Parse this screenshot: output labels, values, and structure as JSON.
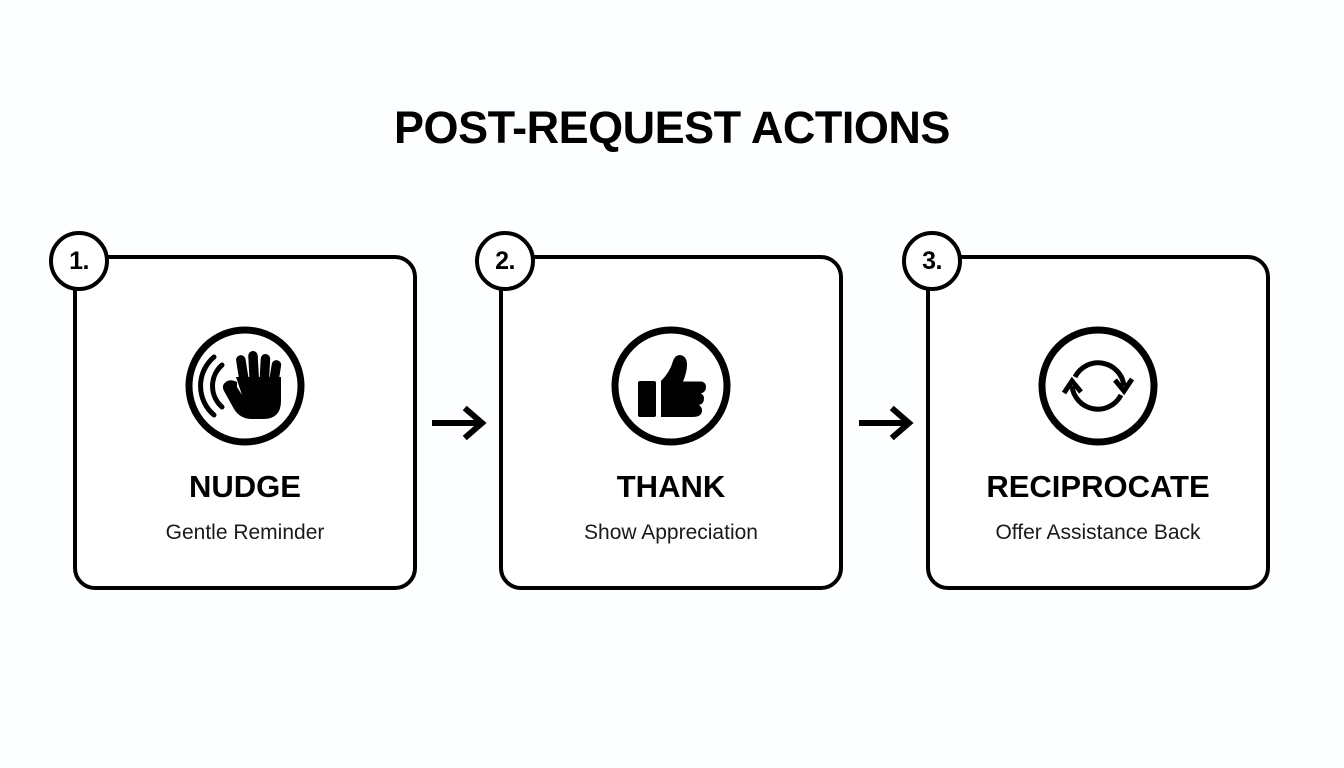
{
  "title": "POST-REQUEST ACTIONS",
  "background_color": "#fdfeff",
  "accent_color": "#000000",
  "steps": [
    {
      "number": "1.",
      "icon": "waving-hand-icon",
      "title": "NUDGE",
      "subtitle": "Gentle Reminder"
    },
    {
      "number": "2.",
      "icon": "thumbs-up-icon",
      "title": "THANK",
      "subtitle": "Show Appreciation"
    },
    {
      "number": "3.",
      "icon": "cycle-arrows-icon",
      "title": "RECIPROCATE",
      "subtitle": "Offer Assistance Back"
    }
  ],
  "connectors": [
    {
      "glyph": "arrow-right-icon"
    },
    {
      "glyph": "arrow-right-icon"
    }
  ]
}
